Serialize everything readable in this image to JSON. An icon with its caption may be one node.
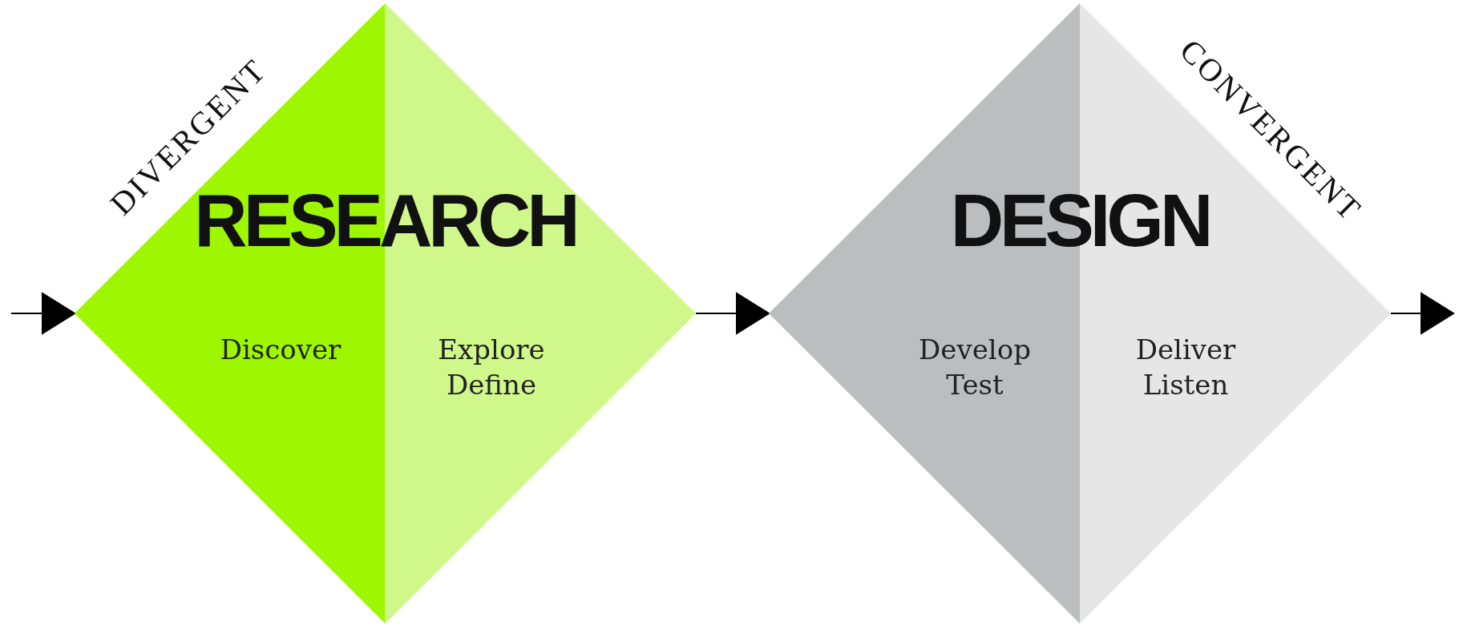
{
  "diagram": {
    "nodes": [
      {
        "text": [
          "RESEARCH",
          "Discover",
          "Explore Define"
        ]
      },
      {
        "text": [
          "DESIGN",
          "Develop Test",
          "Deliver Listen"
        ]
      }
    ],
    "edges": [
      {
        "from": null,
        "to": 0,
        "arrow": "to"
      },
      {
        "from": 0,
        "to": 1,
        "arrow": "to"
      },
      {
        "from": 1,
        "to": null,
        "arrow": "to"
      }
    ],
    "labels": [
      "DIVERGENT",
      "CONVERGENT"
    ]
  }
}
